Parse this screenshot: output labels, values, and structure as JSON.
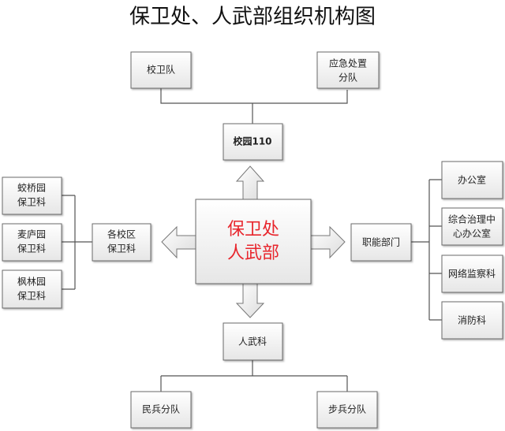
{
  "title": "保卫处、人武部组织机构图",
  "center": {
    "line1": "保卫处",
    "line2": "人武部",
    "color": "#e8262d"
  },
  "top": {
    "hub": "校园110",
    "children": [
      {
        "line1": "校卫队"
      },
      {
        "line1": "应急处置",
        "line2": "分队"
      }
    ]
  },
  "left": {
    "hub": {
      "line1": "各校区",
      "line2": "保卫科"
    },
    "children": [
      {
        "line1": "蛟桥园",
        "line2": "保卫科"
      },
      {
        "line1": "麦庐园",
        "line2": "保卫科"
      },
      {
        "line1": "枫林园",
        "line2": "保卫科"
      }
    ]
  },
  "right": {
    "hub": "职能部门",
    "children": [
      {
        "line1": "办公室"
      },
      {
        "line1": "综合治理中",
        "line2": "心办公室"
      },
      {
        "line1": "网络监察科"
      },
      {
        "line1": "消防科"
      }
    ]
  },
  "bottom": {
    "hub": "人武科",
    "children": [
      {
        "line1": "民兵分队"
      },
      {
        "line1": "步兵分队"
      }
    ]
  }
}
